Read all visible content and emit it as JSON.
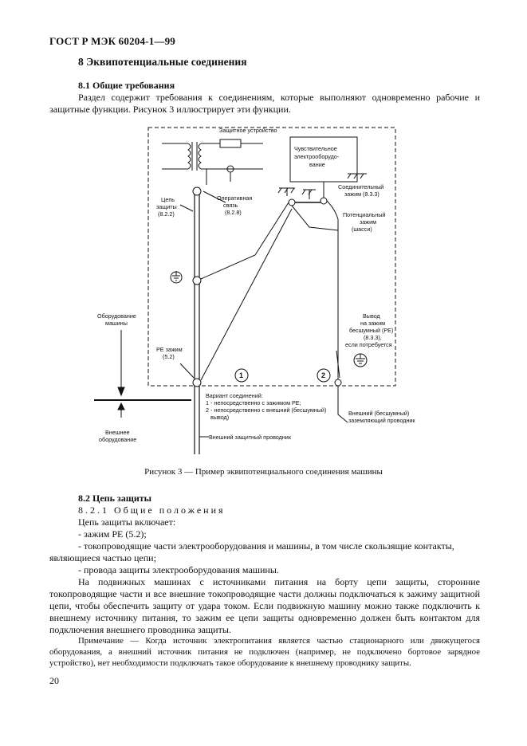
{
  "header": "ГОСТ Р МЭК 60204-1—99",
  "section_title": "8 Эквипотенциальные соединения",
  "subsection_8_1": "8.1 Общие требования",
  "para_8_1": "Раздел содержит требования к соединениям, которые выполняют одновременно рабочие и защитные функции. Рисунок 3 иллюстрирует эти функции.",
  "diagram": {
    "protective_device": "Защитное устройство",
    "sensitive_equipment_l1": "Чувствительное",
    "sensitive_equipment_l2": "электрооборудо-",
    "sensitive_equipment_l3": "вание",
    "protective_circuit_l1": "Цепь",
    "protective_circuit_l2": "защиты",
    "protective_circuit_l3": "(8.2.2)",
    "operational_link_l1": "Оперативная",
    "operational_link_l2": "связь",
    "operational_link_l3": "(8.2.8)",
    "connecting_terminal_l1": "Соединительный",
    "connecting_terminal_l2": "зажим (8.3.3)",
    "potential_terminal_l1": "Потенциальный",
    "potential_terminal_l2": "зажим",
    "potential_terminal_l3": "(шасси)",
    "machine_equipment_l1": "Оборудование",
    "machine_equipment_l2": "машины",
    "pe_terminal_l1": "PE зажим",
    "pe_terminal_l2": "(5.2)",
    "output_l1": "Вывод",
    "output_l2": "на зажим",
    "output_l3": "бесшумный (PE)",
    "output_l4": "(8.3.3),",
    "output_l5": "если потребуется",
    "variant_l1": "Вариант соединений:",
    "variant_l2": "1 - непосредственно с зажимом PE;",
    "variant_l3": "2 - непосредственно с внешний (бесшумный)",
    "variant_l4": "вывод)",
    "external_l1": "Внешнее",
    "external_l2": "оборудование",
    "external_pe": "Внешний защитный проводник",
    "external_quiet_l1": "Внешний (бесшумный)",
    "external_quiet_l2": "заземляющий проводник",
    "marker_1": "1",
    "marker_2": "2"
  },
  "figure_caption": "Рисунок 3 — Пример эквипотенциального соединения машины",
  "subsection_8_2": "8.2 Цепь защиты",
  "subsection_8_2_1": "8.2.1 Общие положения",
  "line_includes": "Цепь защиты включает:",
  "item_1": "- зажим PE (5.2);",
  "item_2_l1": "- токопроводящие части электрооборудования и машины, в том числе скользящие контакты,",
  "item_2_l2": "являющиеся частью цепи;",
  "item_3": "- провода защиты электрооборудования машины.",
  "para_mobile": "На подвижных машинах с источниками питания на борту цепи защиты, сторонние токопроводящие части и все внешние токопроводящие части должны подключаться к зажиму защитной цепи, чтобы обеспечить защиту от удара током. Если подвижную машину можно также подключить к внешнему источнику питания, то зажим ее цепи защиты одновременно должен быть контактом для подключения внешнего проводника защиты.",
  "note": "Примечание — Когда источник электропитания является частью стационарного или движущегося оборудования, а внешний источник питания не подключен (например, не подключено бортовое зарядное устройство), нет необходимости подключать такое оборудование к внешнему проводнику защиты.",
  "page_number": "20"
}
